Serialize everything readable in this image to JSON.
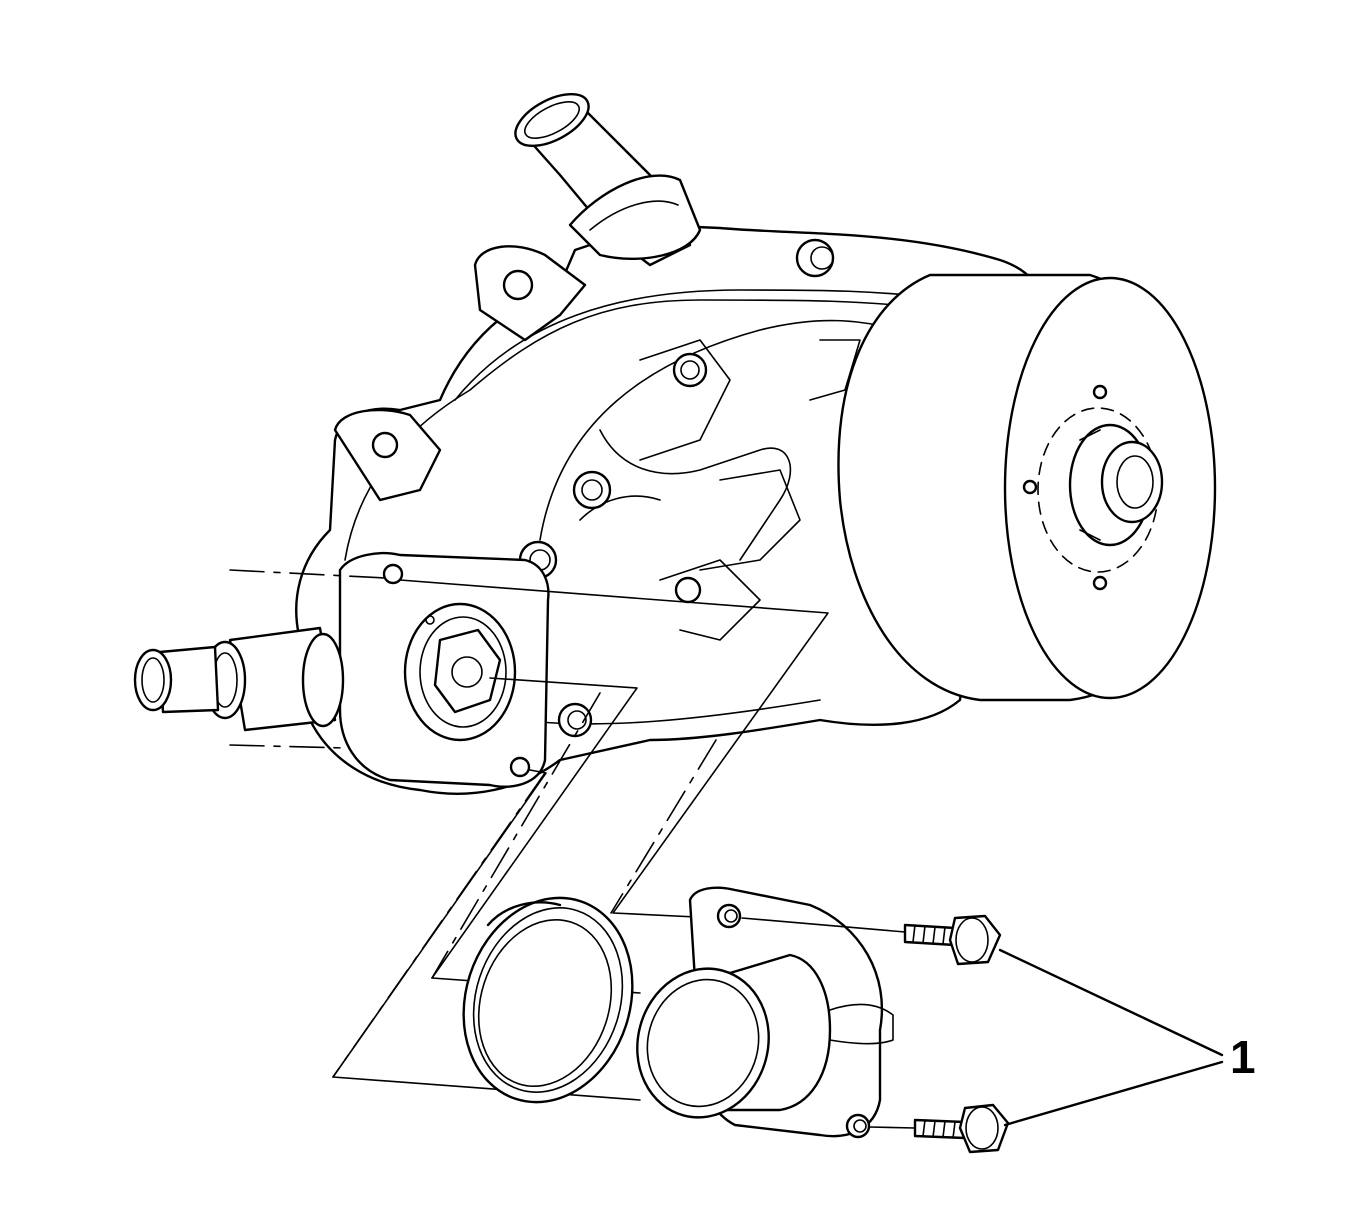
{
  "callouts": [
    {
      "id": "1",
      "label": "1",
      "refers_to": "bolts (2)"
    }
  ],
  "colors": {
    "line": "#000000",
    "background": "#ffffff"
  }
}
